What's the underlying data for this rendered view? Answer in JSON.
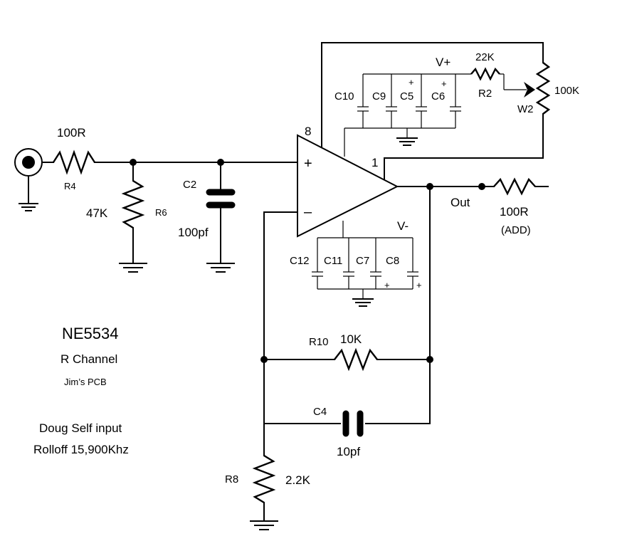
{
  "input": {
    "connector_icon": "jack-icon"
  },
  "components": {
    "r4": {
      "ref": "R4",
      "value": "100R"
    },
    "r6": {
      "ref": "R6",
      "value": "47K"
    },
    "c2": {
      "ref": "C2",
      "value": "100pf"
    },
    "r2": {
      "ref": "R2",
      "value": "22K"
    },
    "w2": {
      "ref": "W2",
      "value": "100K"
    },
    "r10": {
      "ref": "R10",
      "value": "10K"
    },
    "c4": {
      "ref": "C4",
      "value": "10pf"
    },
    "r8": {
      "ref": "R8",
      "value": "2.2K"
    },
    "r_out": {
      "value": "100R",
      "note": "(ADD)"
    },
    "pos_supply_caps": [
      "C10",
      "C9",
      "C5",
      "C6"
    ],
    "neg_supply_caps": [
      "C12",
      "C11",
      "C7",
      "C8"
    ],
    "polarity_mark": "+"
  },
  "opamp": {
    "plus": "+",
    "minus": "–",
    "pin8": "8",
    "pin1": "1"
  },
  "rails": {
    "vplus": "V+",
    "vminus": "V-"
  },
  "output_label": "Out",
  "notes": {
    "title": "NE5534",
    "channel": "R Channel",
    "pcb": "Jim’s PCB",
    "line1": "Doug Self input",
    "line2": "Rolloff 15,900Khz"
  }
}
